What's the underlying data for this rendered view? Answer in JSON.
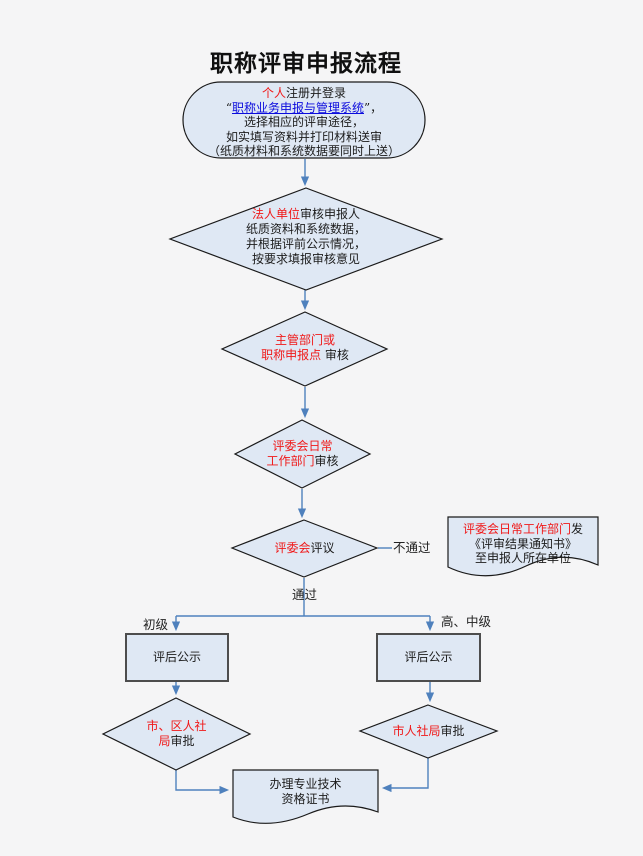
{
  "page": {
    "title": "职称评审申报流程"
  },
  "colors": {
    "background": "#f5f5f6",
    "shape_fill": "#dfe8f4",
    "shape_border": "#1a1a1a",
    "rect_border": "#4d4d4d",
    "connector_blue": "#4f81bd",
    "red_text": "#f01818",
    "link_blue": "#0b0bdd"
  },
  "nodes": {
    "start": {
      "l1_red": "个人",
      "l1_rest": "注册并登录",
      "l2_pre": "“",
      "l2_link": "职称业务申报与管理系统",
      "l2_post": "”，",
      "l3": "选择相应的评审途径，",
      "l4": "如实填写资料并打印材料送审",
      "l5": "（纸质材料和系统数据要同时上送）"
    },
    "unit_review": {
      "l1_red": "法人单位",
      "l1_rest": "审核申报人",
      "l2": "纸质资料和系统数据，",
      "l3": "并根据评前公示情况，",
      "l4": "按要求填报审核意见"
    },
    "dept_review": {
      "l1_red": "主管部门或",
      "l2_red": "职称申报点",
      "l2_rest": " 审核"
    },
    "committee_office": {
      "l1_red": "评委会日常",
      "l2_red": "工作部门",
      "l2_rest": "审核"
    },
    "committee": {
      "red": "评委会",
      "rest": "评议"
    },
    "notice_doc": {
      "l1_red": "评委会日常工作部门",
      "l1_rest": "发",
      "l2": "《评审结果通知书》",
      "l3": "至申报人所在单位"
    },
    "publicity_junior": {
      "label": "评后公示"
    },
    "publicity_senior": {
      "label": "评后公示"
    },
    "district_approval": {
      "l1_red": "市、区人社",
      "l2_red": "局",
      "l2_rest": "审批"
    },
    "city_approval": {
      "red": "市人社局",
      "rest": "审批"
    },
    "certificate_doc": {
      "l1": "办理专业技术",
      "l2": "资格证书"
    }
  },
  "edge_labels": {
    "fail": "不通过",
    "pass": "通过",
    "junior": "初级",
    "senior_mid": "高、中级"
  }
}
